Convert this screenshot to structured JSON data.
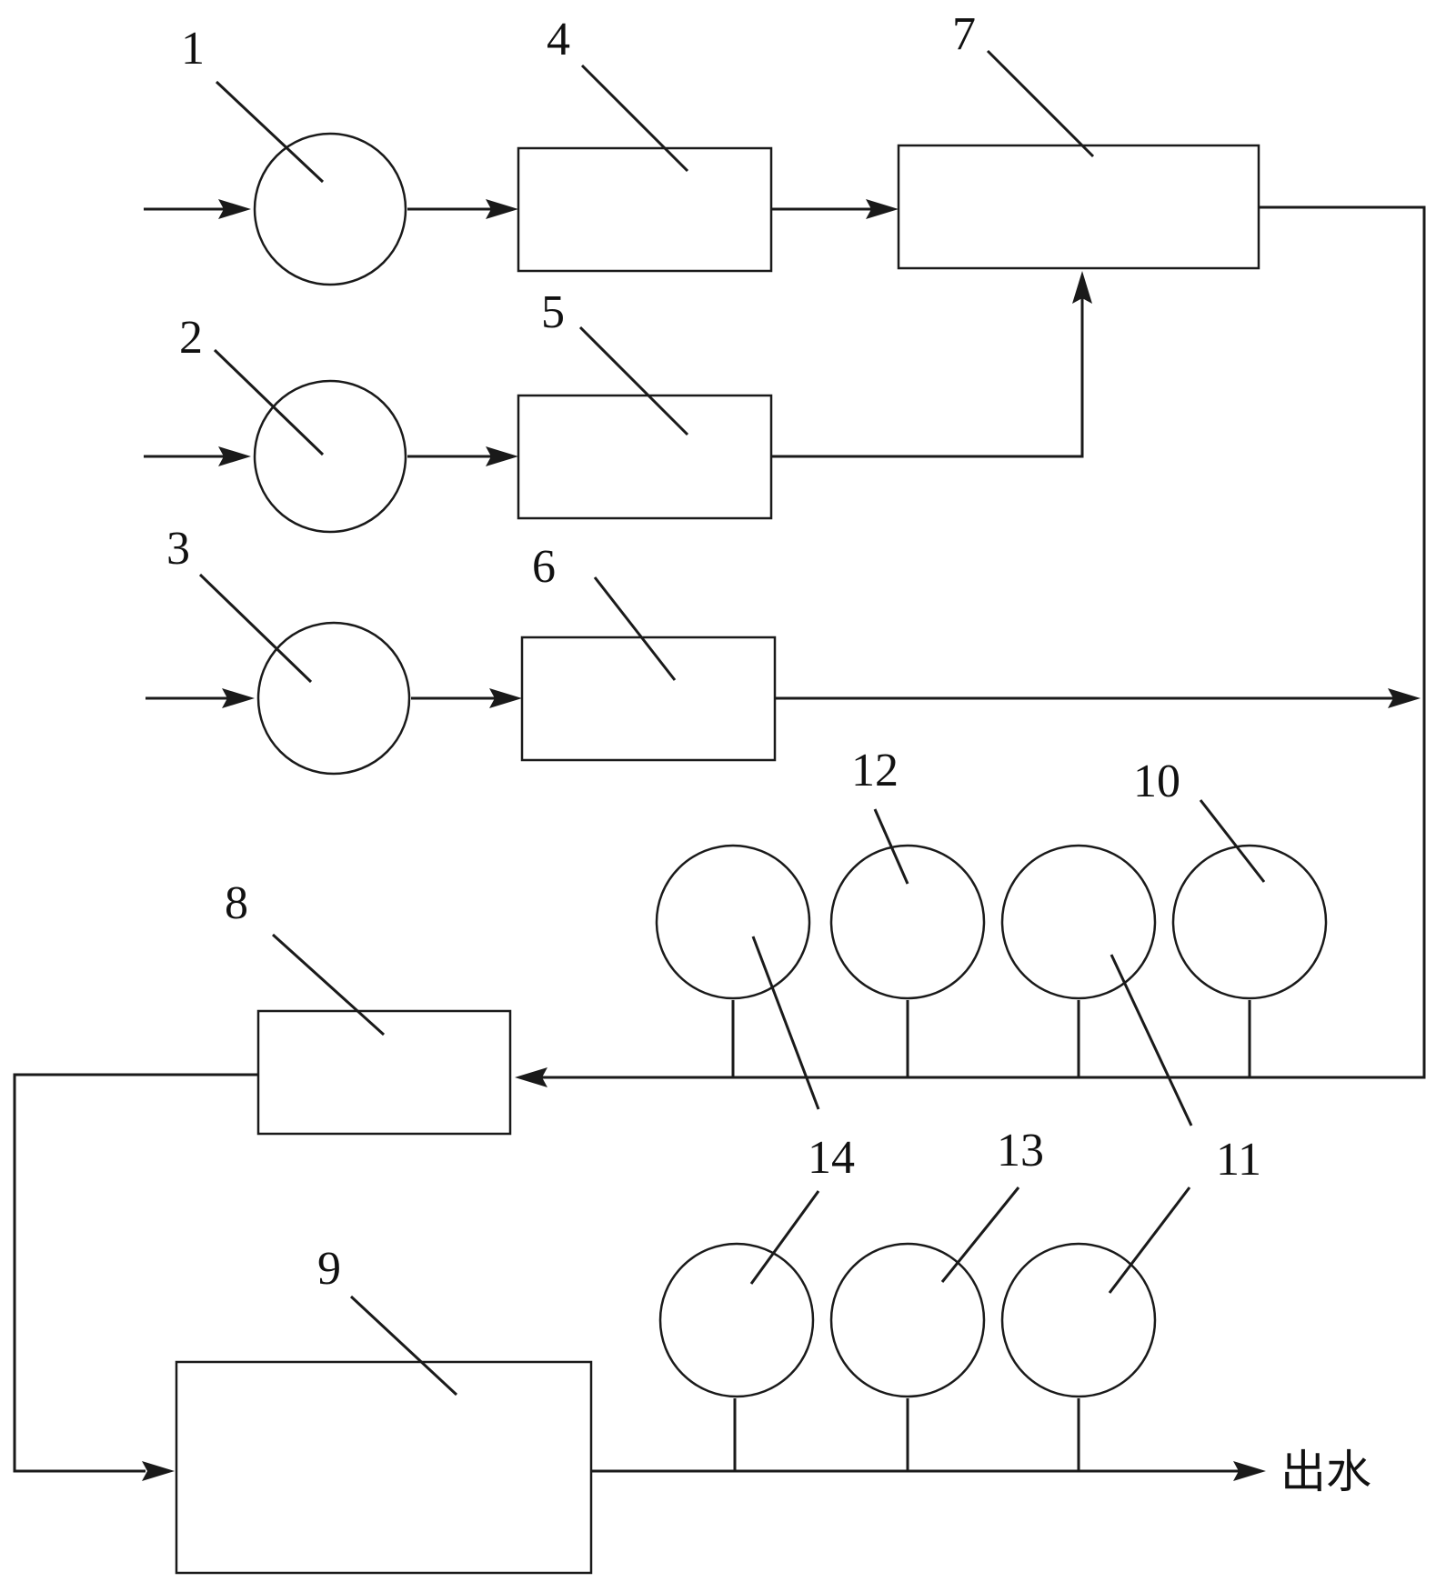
{
  "labels": {
    "n1": "1",
    "n2": "2",
    "n3": "3",
    "n4": "4",
    "n5": "5",
    "n6": "6",
    "n7": "7",
    "n8": "8",
    "n9": "9",
    "n10": "10",
    "n11": "11",
    "n12": "12",
    "n13": "13",
    "n14_upper": "14",
    "n14_lower": "14"
  },
  "outlet_label": "出水"
}
